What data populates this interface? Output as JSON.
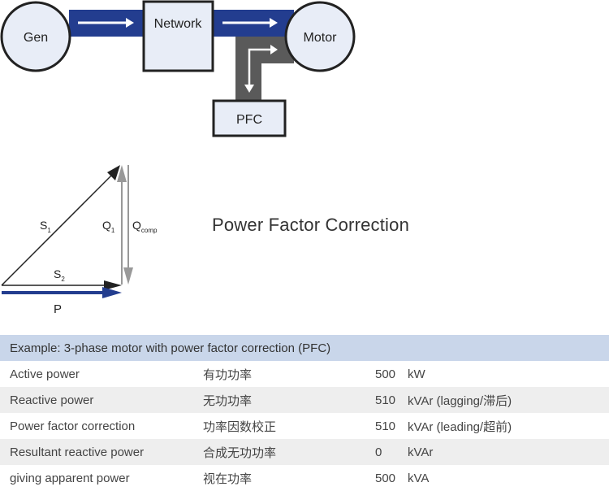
{
  "diagram": {
    "nodes": {
      "gen": "Gen",
      "network": "Network",
      "motor": "Motor",
      "pfc": "PFC"
    },
    "vectors": {
      "s1": "S",
      "s1_sub": "1",
      "s2": "S",
      "s2_sub": "2",
      "q1": "Q",
      "q1_sub": "1",
      "qcomp": "Q",
      "qcomp_sub": "comp",
      "p": "P"
    },
    "colors": {
      "active_flow": "#233d8f",
      "reactive_flow": "#5a5a5a",
      "node_fill": "#e8edf7",
      "vector_gray": "#999999"
    }
  },
  "title": "Power Factor Correction",
  "table": {
    "header": "Example: 3-phase motor with power factor correction (PFC)",
    "rows": [
      {
        "en": "Active power",
        "zh": "有功功率",
        "value": "500",
        "unit": "kW"
      },
      {
        "en": "Reactive power",
        "zh": "无功功率",
        "value": "510",
        "unit": "kVAr (lagging/滞后)"
      },
      {
        "en": "Power factor correction",
        "zh": "功率因数校正",
        "value": "510",
        "unit": "kVAr (leading/超前)"
      },
      {
        "en": "Resultant reactive power",
        "zh": "合成无功功率",
        "value": "0",
        "unit": "kVAr"
      },
      {
        "en": "giving apparent power",
        "zh": "视在功率",
        "value": "500",
        "unit": "kVA"
      }
    ]
  }
}
